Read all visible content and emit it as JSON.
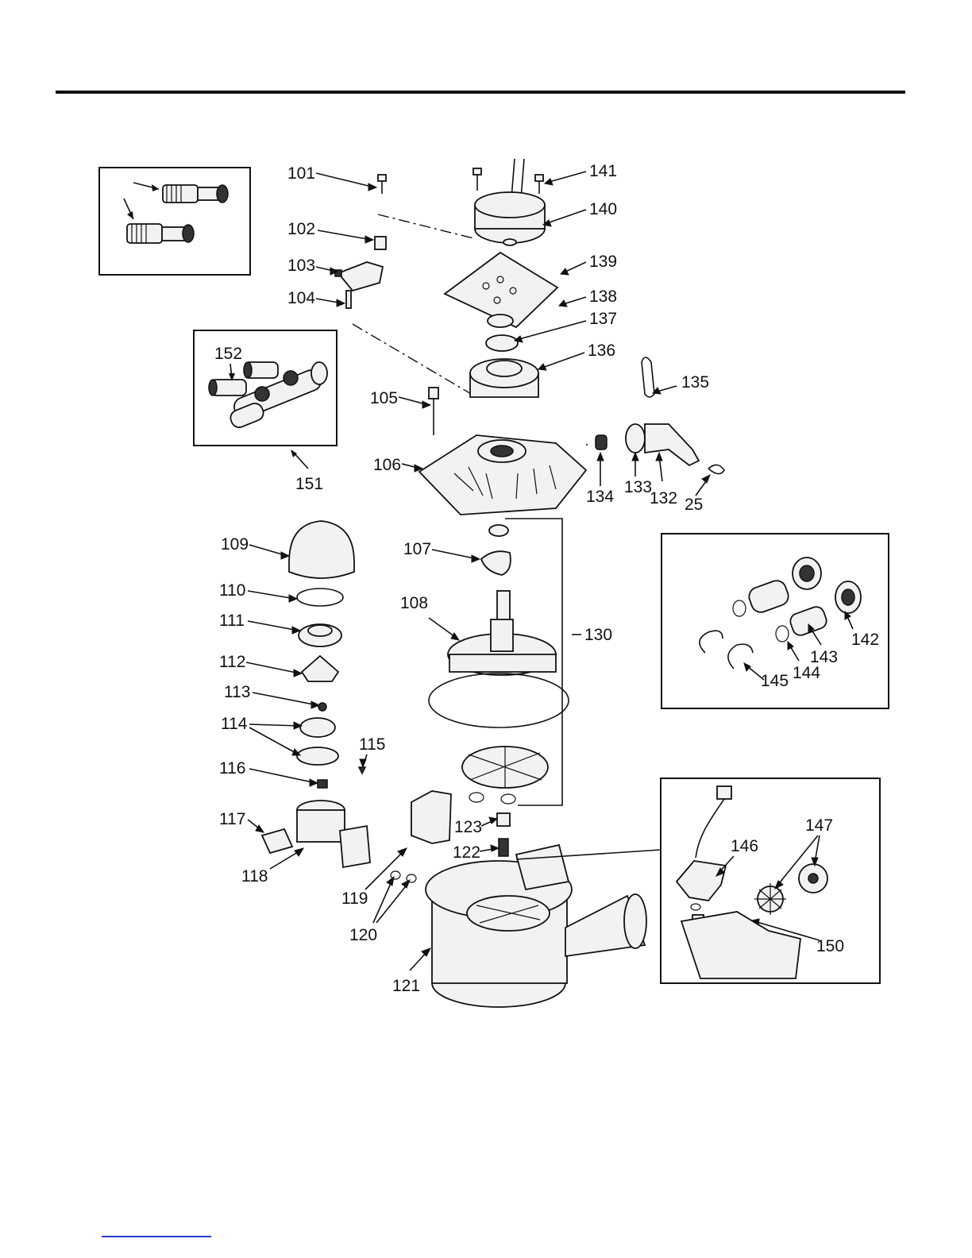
{
  "colors": {
    "ink": "#111111",
    "background": "#ffffff",
    "footer_link_rule": "#2a3ccf"
  },
  "labels": {
    "p101": "101",
    "p102": "102",
    "p103": "103",
    "p104": "104",
    "p105": "105",
    "p106": "106",
    "p107": "107",
    "p108": "108",
    "p109": "109",
    "p110": "110",
    "p111": "111",
    "p112": "112",
    "p113": "113",
    "p114": "114",
    "p115": "115",
    "p116": "116",
    "p117": "117",
    "p118": "118",
    "p119": "119",
    "p120": "120",
    "p121": "121",
    "p122": "122",
    "p123": "123",
    "p130": "130",
    "p132": "132",
    "p133": "133",
    "p134": "134",
    "p135": "135",
    "p136": "136",
    "p137": "137",
    "p138": "138",
    "p139": "139",
    "p140": "140",
    "p141": "141",
    "p142": "142",
    "p143": "143",
    "p144": "144",
    "p145": "145",
    "p146": "146",
    "p147": "147",
    "p150": "150",
    "p151": "151",
    "p152": "152",
    "p25": "25"
  }
}
